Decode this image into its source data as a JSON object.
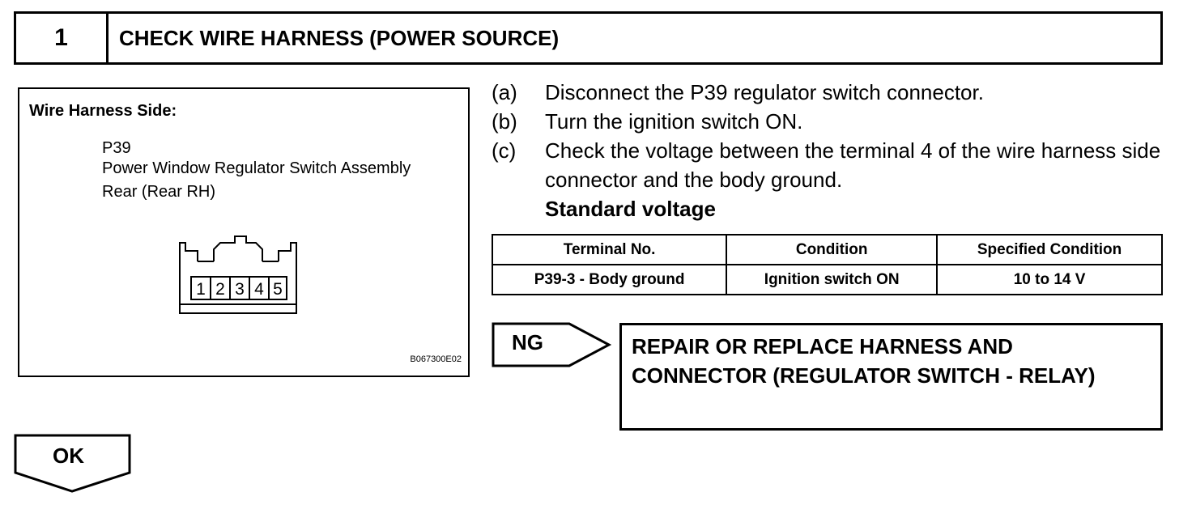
{
  "header": {
    "number": "1",
    "title": "CHECK WIRE HARNESS (POWER SOURCE)"
  },
  "diagram": {
    "heading": "Wire Harness Side:",
    "connector_code": "P39",
    "connector_name": "Power Window Regulator Switch Assembly Rear (Rear RH)",
    "pins": [
      "1",
      "2",
      "3",
      "4",
      "5"
    ],
    "figure_id": "B067300E02"
  },
  "steps": [
    {
      "label": "(a)",
      "text": "Disconnect the P39 regulator switch connector."
    },
    {
      "label": "(b)",
      "text": "Turn the ignition switch ON."
    },
    {
      "label": "(c)",
      "text": "Check the voltage between the terminal 4 of the wire harness side connector and the body ground."
    }
  ],
  "standard_label": "Standard voltage",
  "table": {
    "headers": [
      "Terminal No.",
      "Condition",
      "Specified Condition"
    ],
    "rows": [
      [
        "P39-3 - Body ground",
        "Ignition switch ON",
        "10 to 14 V"
      ]
    ]
  },
  "ng": {
    "label": "NG",
    "action": "REPAIR OR REPLACE HARNESS AND CONNECTOR (REGULATOR SWITCH - RELAY)"
  },
  "ok": {
    "label": "OK"
  }
}
